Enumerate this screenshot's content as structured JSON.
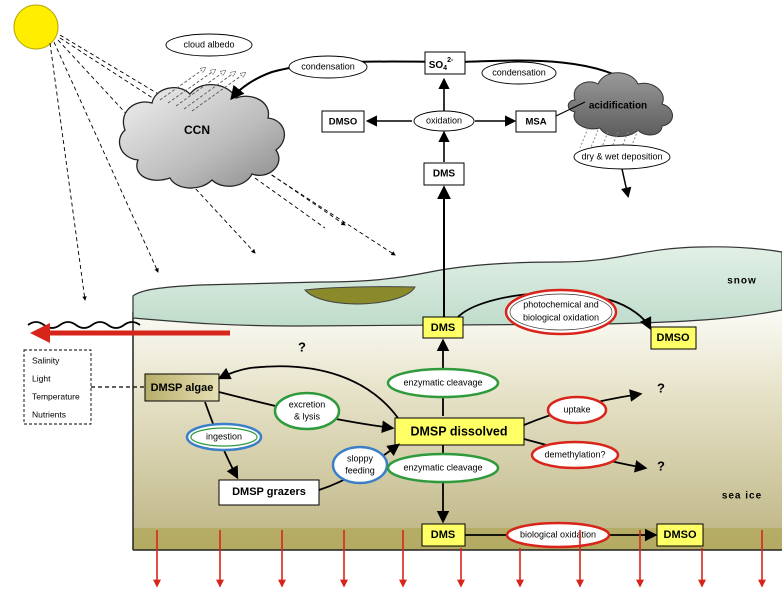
{
  "atmosphere": {
    "cloud_albedo": "cloud albedo",
    "ccn": "CCN",
    "condensation_left": "condensation",
    "condensation_right": "condensation",
    "so4": "SO",
    "so4_sub": "4",
    "so4_sup": "2-",
    "dmso": "DMSO",
    "oxidation": "oxidation",
    "msa": "MSA",
    "acidification": "acidification",
    "deposition": "dry & wet deposition",
    "dms": "DMS"
  },
  "ice": {
    "snow": "snow",
    "sea_ice": "sea ice",
    "dms_top": "DMS",
    "photochem": [
      "photochemical and",
      "biological oxidation"
    ],
    "dmso_right": "DMSO",
    "question_left": "?",
    "dmsp_algae": "DMSP algae",
    "enzymatic_top": "enzymatic cleavage",
    "excretion": [
      "excretion",
      "& lysis"
    ],
    "ingestion": "ingestion",
    "dmsp_dissolved": "DMSP dissolved",
    "uptake": "uptake",
    "question_uptake": "?",
    "demethylation": "demethylation?",
    "question_demeth": "?",
    "sloppy": [
      "sloppy",
      "feeding"
    ],
    "enzymatic_bottom": "enzymatic cleavage",
    "dmsp_grazers": "DMSP grazers",
    "dms_bottom": "DMS",
    "biological_oxidation": "biological oxidation",
    "dmso_bottom": "DMSO"
  },
  "factors": [
    "Salinity",
    "Light",
    "Temperature",
    "Nutrients"
  ],
  "colors": {
    "sun": "#ffee00",
    "snow": "#d3e8dc",
    "ice_top": "#f8f8f0",
    "ice_bottom": "#c2ba88",
    "ring_green": "#2e9a3c",
    "ring_red": "#d8251b",
    "ring_blue": "#3a7fc8",
    "box_yellow": "#ffff66",
    "flux_red": "#d8251b"
  }
}
